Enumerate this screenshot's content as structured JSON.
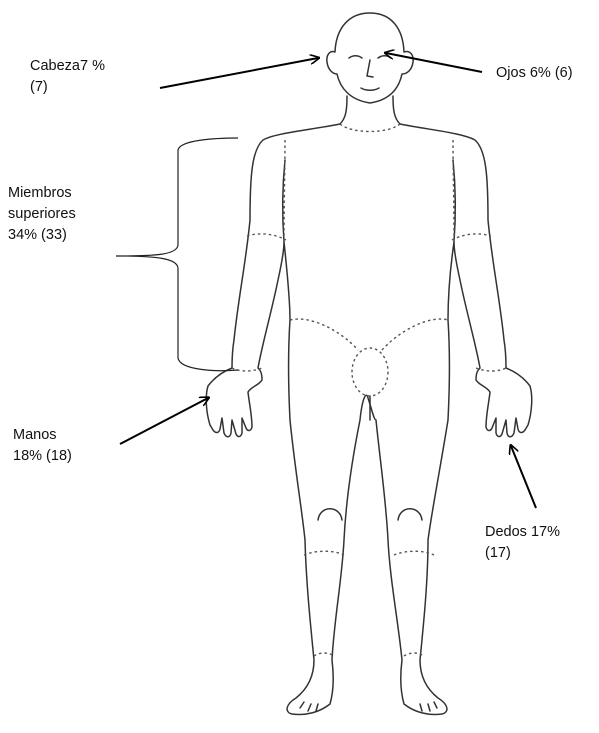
{
  "labels": {
    "head": [
      "Cabeza7 %",
      "(7)"
    ],
    "eyes": [
      "Ojos 6% (6)"
    ],
    "upper_limbs": [
      "Miembros",
      "superiores",
      "34% (33)"
    ],
    "hands": [
      "Manos",
      "18% (18)"
    ],
    "fingers": [
      "Dedos 17%",
      "(17)"
    ]
  },
  "colors": {
    "outline": "#333333",
    "arrow": "#000000",
    "zone_line": "#555555"
  }
}
